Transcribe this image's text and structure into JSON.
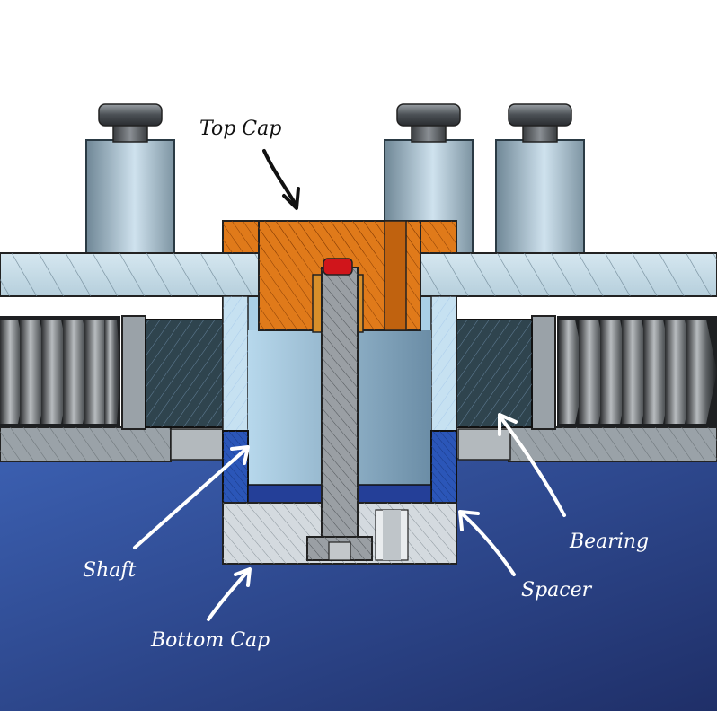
{
  "labels": {
    "top_cap": "Top Cap",
    "shaft": "Shaft",
    "bottom_cap": "Bottom Cap",
    "bearing": "Bearing",
    "spacer": "Spacer"
  },
  "colors": {
    "background_top": "#ffffff",
    "background_dark": "#243a7a",
    "plate": "#c5dbe6",
    "top_cap": "#e07a1a",
    "shaft_bore": "#a9cfe6",
    "bolt": "#9a9fa4",
    "bearing": "#2f444e",
    "spacer": "#2b56b8",
    "bottom_cap": "#d4dadf",
    "housing": "#9aa2a8",
    "tip": "#d0151b",
    "annotation": "#ffffff",
    "annotation_dark": "#111111"
  }
}
